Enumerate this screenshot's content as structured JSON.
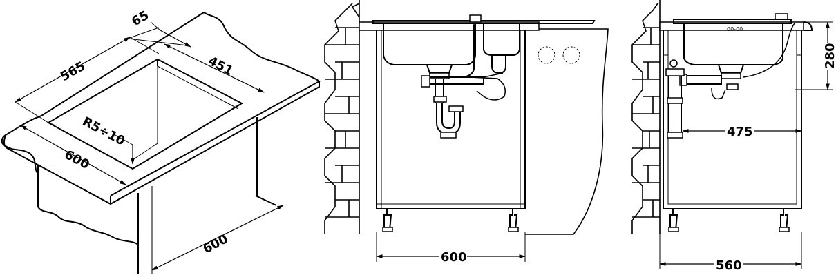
{
  "view_iso": {
    "dim_65": "65",
    "dim_565": "565",
    "dim_451": "451",
    "dim_radius": "R5÷10",
    "dim_600_depth": "600",
    "dim_600_width": "600"
  },
  "view_front": {
    "dim_width": "600"
  },
  "view_side": {
    "dim_height": "280",
    "dim_475": "475",
    "dim_width": "560",
    "tap_label": "00-00"
  }
}
